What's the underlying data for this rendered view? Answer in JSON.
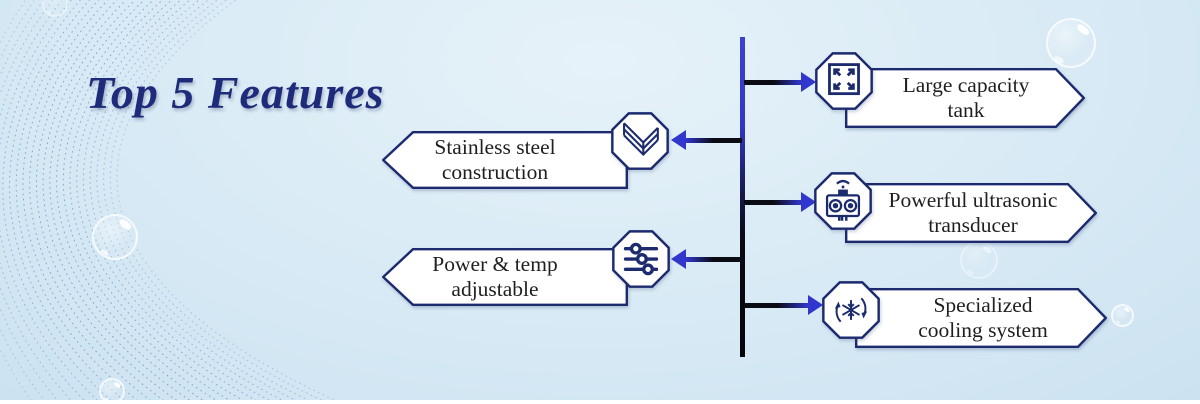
{
  "page": {
    "title": "Top 5 Features"
  },
  "features": [
    {
      "label": "Large capacity tank",
      "icon": "expand-arrows-icon",
      "side": "right"
    },
    {
      "label": "Stainless steel construction",
      "icon": "steel-angle-profiles-icon",
      "side": "left"
    },
    {
      "label": "Powerful ultrasonic transducer",
      "icon": "ultrasonic-transducer-icon",
      "side": "right"
    },
    {
      "label": "Power & temp adjustable",
      "icon": "adjustment-sliders-icon",
      "side": "left"
    },
    {
      "label": "Specialized cooling system",
      "icon": "snowflake-cooling-icon",
      "side": "right"
    }
  ],
  "colors": {
    "title_navy": "#1e2b7a",
    "outline_navy": "#1c2a6e",
    "arrow_blue": "#3137cd",
    "stem_black": "#0b0b14",
    "banner_fill": "#ffffff",
    "label_text": "#1f1f1f",
    "background_center": "#e6f2f9",
    "background_edge": "#c5ddee"
  }
}
